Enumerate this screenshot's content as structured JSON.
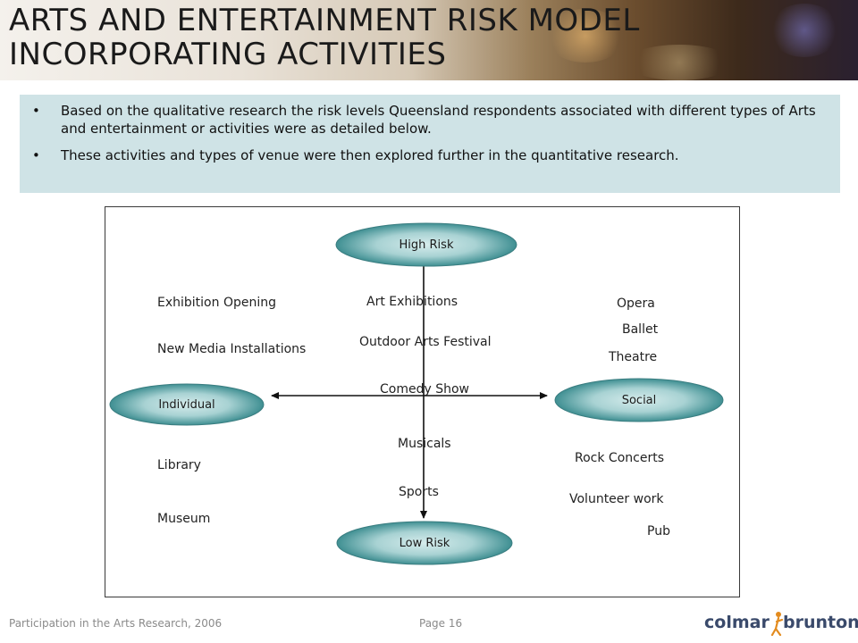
{
  "header": {
    "title_line1": "ARTS AND ENTERTAINMENT RISK MODEL",
    "title_line2": "INCORPORATING ACTIVITIES"
  },
  "bullets": [
    "Based on the qualitative research the risk levels Queensland respondents associated with different types of Arts and entertainment or activities were as detailed below.",
    "These activities and types of venue were then explored further in the quantitative research."
  ],
  "diagram": {
    "nodes": {
      "high_risk": "High Risk",
      "low_risk": "Low Risk",
      "individual": "Individual",
      "social": "Social"
    },
    "activities": {
      "exhibition_opening": "Exhibition Opening",
      "new_media_installations": "New Media Installations",
      "library": "Library",
      "museum": "Museum",
      "art_exhibitions": "Art Exhibitions",
      "outdoor_arts_festival": "Outdoor Arts Festival",
      "comedy_show": "Comedy Show",
      "musicals": "Musicals",
      "sports": "Sports",
      "opera": "Opera",
      "ballet": "Ballet",
      "theatre": "Theatre",
      "rock_concerts": "Rock Concerts",
      "volunteer_work": "Volunteer work",
      "pub": "Pub"
    },
    "colors": {
      "node_fill_center": "#d6ecec",
      "node_fill_edge": "#3f8f92",
      "arrow": "#111111"
    }
  },
  "footer": {
    "source": "Participation in the Arts Research, 2006",
    "page": "Page 16",
    "logo_left": "colmar",
    "logo_right": "brunton"
  }
}
